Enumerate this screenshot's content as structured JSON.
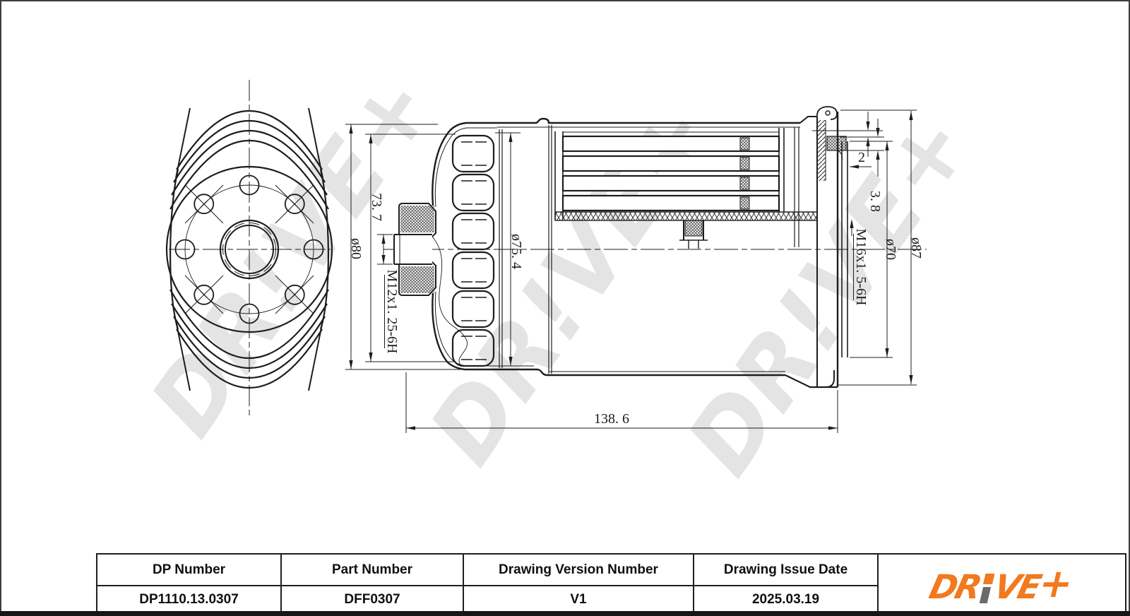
{
  "drawing": {
    "watermark": "DR!VE+",
    "dim_labels": {
      "body_od": "ø80",
      "cap_height": "73. 7",
      "thread_in": "M12x1. 25-6H",
      "bellows_od": "ø75. 4",
      "lip_offset": "2",
      "seal_height": "3. 8",
      "thread_out": "M16x1. 5-6H",
      "bore_id": "ø70",
      "flange_od": "ø87",
      "overall_length": "138. 6"
    }
  },
  "title_block": {
    "headers": [
      "DP Number",
      "Part Number",
      "Drawing Version Number",
      "Drawing Issue Date"
    ],
    "values": [
      "DP1110.13.0307",
      "DFF0307",
      "V1",
      "2025.03.19"
    ]
  },
  "logo": {
    "dr": "DR",
    "ve": "VE",
    "plus": "+",
    "orange": "#f2791d",
    "gray": "#6a6a6a"
  },
  "colors": {
    "line": "#1d1d1d",
    "watermark": "#e4e4e4",
    "frame": "#3f3f3f",
    "table_border": "#1f1f1f"
  }
}
